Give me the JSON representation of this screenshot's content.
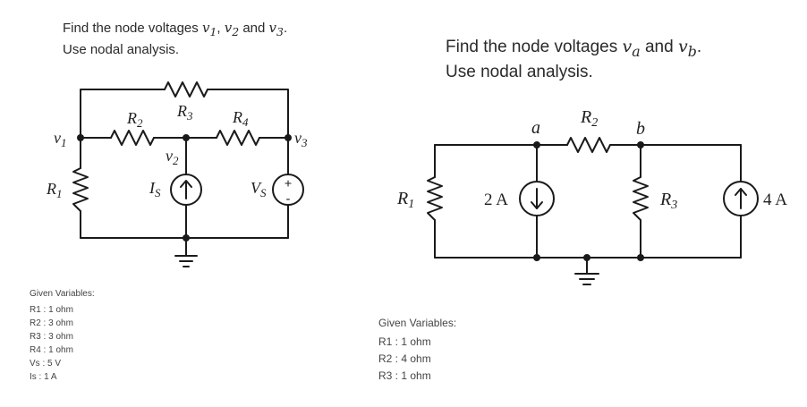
{
  "problem1": {
    "question": {
      "line1_prefix": "Find the node voltages ",
      "v1": "v",
      "v1_sub": "1",
      "sep1": ", ",
      "v2": "v",
      "v2_sub": "2",
      "and": " and ",
      "v3": "v",
      "v3_sub": "3",
      "period": ".",
      "line2": "Use nodal analysis."
    },
    "labels": {
      "v1": "v",
      "v1_sub": "1",
      "v2": "v",
      "v2_sub": "2",
      "v3": "v",
      "v3_sub": "3",
      "R1": "R",
      "R1_sub": "1",
      "R2": "R",
      "R2_sub": "2",
      "R3": "R",
      "R3_sub": "3",
      "R4": "R",
      "R4_sub": "4",
      "Is": "I",
      "Is_sub": "S",
      "Vs": "V",
      "Vs_sub": "S",
      "plus": "+",
      "minus": "-"
    },
    "given": {
      "heading": "Given Variables:",
      "items": [
        "R1 : 1 ohm",
        "R2 : 3 ohm",
        "R3 : 3 ohm",
        "R4 : 1 ohm",
        "Vs : 5 V",
        "Is : 1 A"
      ]
    }
  },
  "problem2": {
    "question": {
      "line1_prefix": "Find the node voltages ",
      "va": "v",
      "va_sub": "a",
      "and": " and ",
      "vb": "v",
      "vb_sub": "b",
      "period": ".",
      "line2": "Use nodal analysis."
    },
    "labels": {
      "a": "a",
      "b": "b",
      "R1": "R",
      "R1_sub": "1",
      "R2": "R",
      "R2_sub": "2",
      "R3": "R",
      "R3_sub": "3",
      "src1": "2 A",
      "src2": "4 A"
    },
    "given": {
      "heading": "Given Variables:",
      "items": [
        "R1 : 1 ohm",
        "R2 : 4 ohm",
        "R3 : 1 ohm"
      ]
    }
  }
}
